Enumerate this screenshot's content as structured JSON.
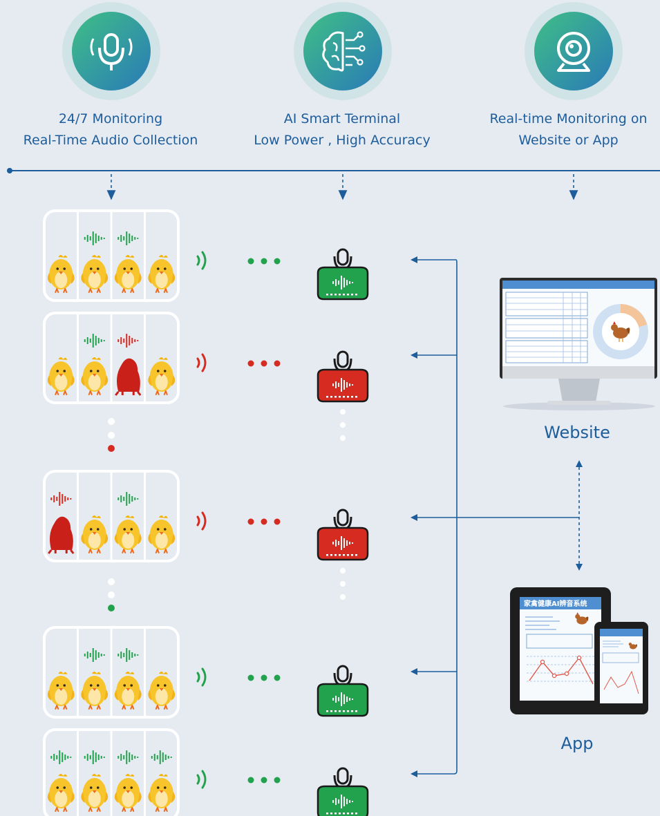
{
  "features": [
    {
      "icon": "microphone-icon",
      "line1": "24/7 Monitoring",
      "line2": "Real-Time Audio Collection"
    },
    {
      "icon": "ai-brain-icon",
      "line1": "AI Smart Terminal",
      "line2": "Low Power , High Accuracy"
    },
    {
      "icon": "webcam-icon",
      "line1": "Real-time Monitoring on",
      "line2": "Website or App"
    }
  ],
  "pens": [
    {
      "chicks": [
        "healthy",
        "healthy",
        "healthy",
        "healthy"
      ],
      "sound": [
        "none",
        "green",
        "green",
        "none"
      ],
      "status": "normal"
    },
    {
      "chicks": [
        "healthy",
        "healthy",
        "sick",
        "healthy"
      ],
      "sound": [
        "none",
        "green",
        "red",
        "none"
      ],
      "status": "alert"
    },
    {
      "chicks": [
        "sick",
        "healthy",
        "healthy",
        "healthy"
      ],
      "sound": [
        "red",
        "none",
        "green",
        "none"
      ],
      "status": "alert"
    },
    {
      "chicks": [
        "healthy",
        "healthy",
        "healthy",
        "healthy"
      ],
      "sound": [
        "none",
        "green",
        "green",
        "none"
      ],
      "status": "normal"
    },
    {
      "chicks": [
        "healthy",
        "healthy",
        "healthy",
        "healthy"
      ],
      "sound": [
        "green",
        "green",
        "green",
        "green"
      ],
      "status": "normal"
    }
  ],
  "outputs": {
    "website_label": "Website",
    "app_label": "App",
    "app_screen_title": "家禽健康AI辨音系统"
  },
  "colors": {
    "accent_blue": "#1d5d9b",
    "normal_green": "#23a24d",
    "alert_red": "#d52b20",
    "background": "#e6ebf2"
  }
}
